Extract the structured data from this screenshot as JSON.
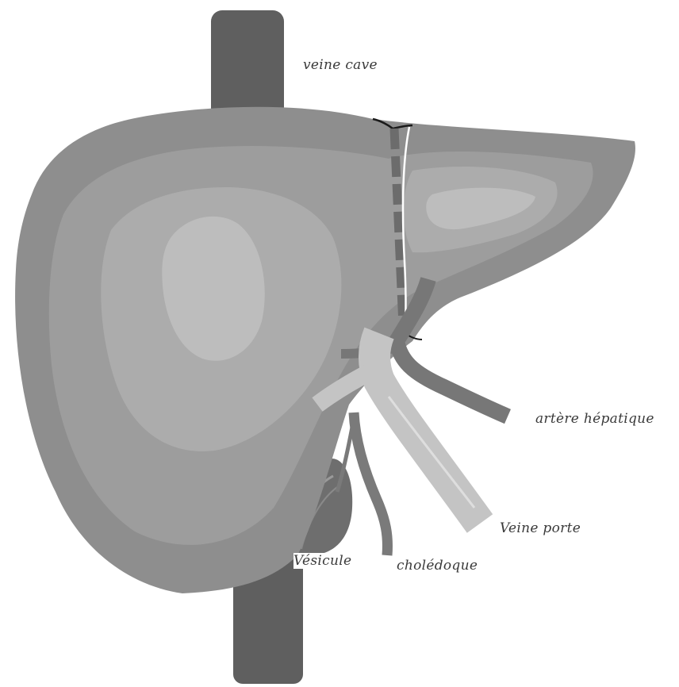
{
  "labels": {
    "veine_cave": "veine cave",
    "artere_hepatique": "artère hépatique",
    "veine_porte": "Veine porte",
    "vesicule": "Vésicule",
    "choledoque": "cholédoque"
  },
  "colors": {
    "background": "#ffffff",
    "vena_cava": "#5f5f5f",
    "liver_outer": "#8e8e8e",
    "liver_zone_2": "#9d9d9d",
    "liver_zone_3": "#acacac",
    "liver_core": "#bdbdbd",
    "portal_vein": "#c4c4c4",
    "hepatic_artery": "#777777",
    "bile_duct": "#7a7a7a",
    "gallbladder": "#6e6e6e",
    "label_text": "#3a3a3a"
  }
}
